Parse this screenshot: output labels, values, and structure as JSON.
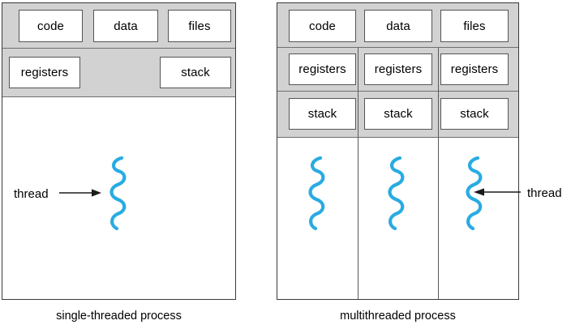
{
  "figure": {
    "title": "single-threaded and multithreaded process comparison",
    "accent_color": "#29abe2",
    "band_color": "#d2d2d2",
    "border_color": "#3a3a3a"
  },
  "single_threaded": {
    "caption": "single-threaded process",
    "shared_row": [
      {
        "label": "code"
      },
      {
        "label": "data"
      },
      {
        "label": "files"
      }
    ],
    "per_thread_row": [
      {
        "label": "registers"
      },
      {
        "label": "stack"
      }
    ],
    "threads": [
      {
        "label": "thread",
        "arrow_direction": "right"
      }
    ]
  },
  "multithreaded": {
    "caption": "multithreaded process",
    "shared_row": [
      {
        "label": "code"
      },
      {
        "label": "data"
      },
      {
        "label": "files"
      }
    ],
    "columns": [
      {
        "registers": "registers",
        "stack": "stack"
      },
      {
        "registers": "registers",
        "stack": "stack"
      },
      {
        "registers": "registers",
        "stack": "stack"
      }
    ],
    "threads": [
      {
        "label": "",
        "arrow_direction": "none"
      },
      {
        "label": "",
        "arrow_direction": "none"
      },
      {
        "label": "thread",
        "arrow_direction": "left"
      }
    ]
  }
}
